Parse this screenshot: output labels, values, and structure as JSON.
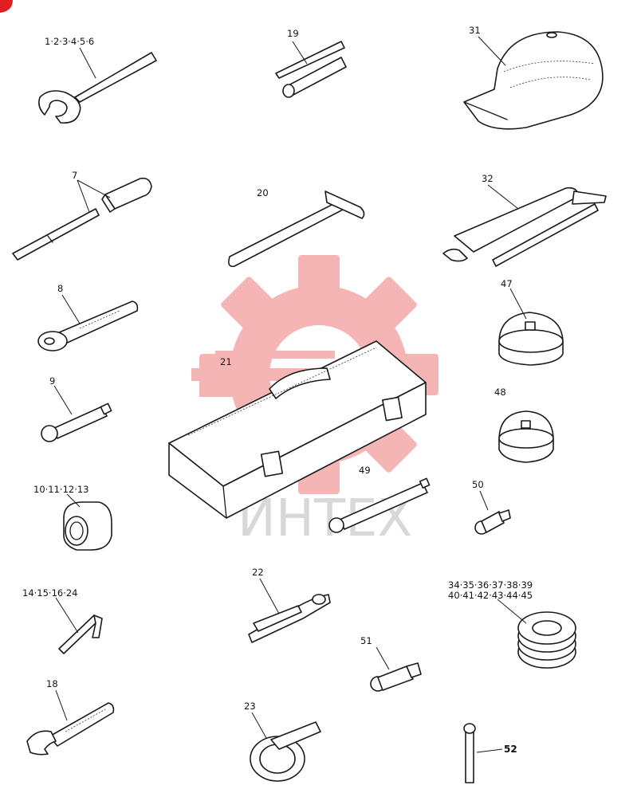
{
  "colors": {
    "line": "#1a1a1a",
    "watermark": "#f07a7a",
    "watermark_text": "#d8d8d8",
    "corner_badge": "#e02020"
  },
  "watermark": {
    "text": "ИНТЕХ"
  },
  "parts": {
    "p1": "1·2·3·4·5·6",
    "p7": "7",
    "p8": "8",
    "p9": "9",
    "p10": "10·11·12·13",
    "p14": "14·15·16·24",
    "p18": "18",
    "p19": "19",
    "p20": "20",
    "p21": "21",
    "p22": "22",
    "p23": "23",
    "p31": "31",
    "p32": "32",
    "p47": "47",
    "p48": "48",
    "p49": "49",
    "p50": "50",
    "p51": "51",
    "p52": "52",
    "p34a": "34·35·36·37·38·39",
    "p34b": "40·41·42·43·44·45"
  }
}
